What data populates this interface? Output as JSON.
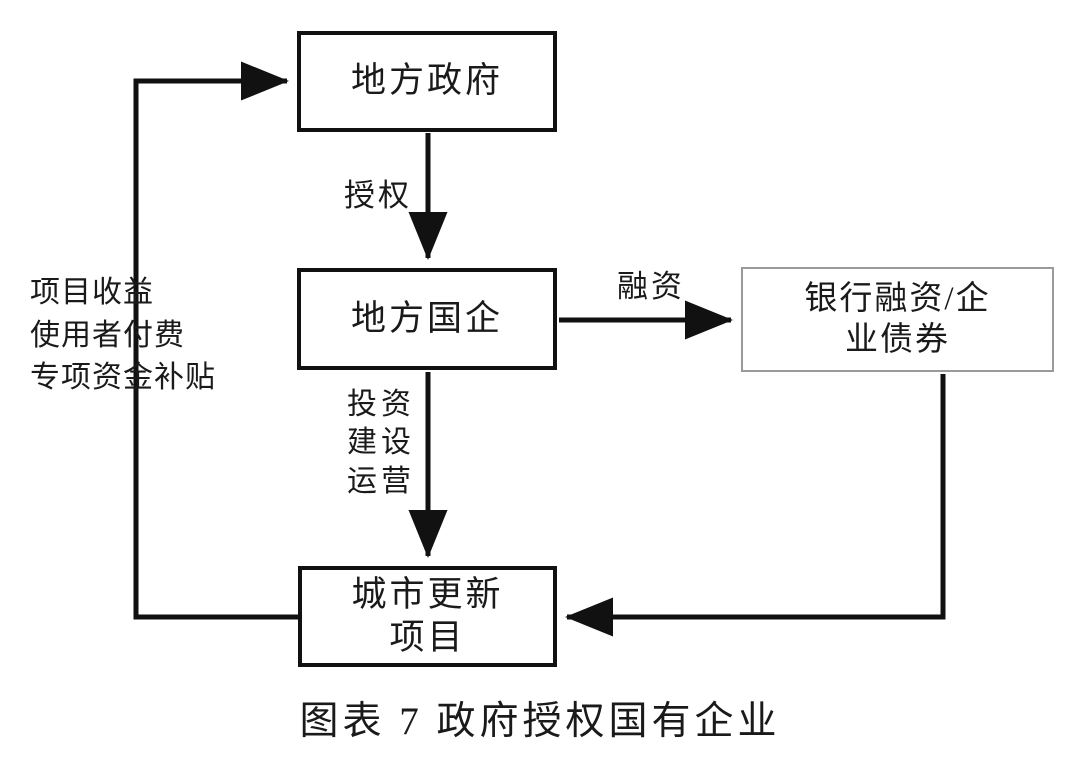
{
  "figure": {
    "caption": "图表 7  政府授权国有企业",
    "background_color": "#ffffff",
    "line_color": "#111111",
    "light_border_color": "#9a9a9a"
  },
  "nodes": {
    "local_government": {
      "label": "地方政府",
      "border_style": "solid-black"
    },
    "local_soe": {
      "label": "地方国企",
      "border_style": "solid-black"
    },
    "bank_financing": {
      "label": "银行融资/企\n业债券",
      "border_style": "solid-gray"
    },
    "urban_renewal": {
      "label": "城市更新\n项目",
      "border_style": "solid-black"
    }
  },
  "edges": {
    "authorize": {
      "label": "授权",
      "from": "local_government",
      "to": "local_soe"
    },
    "financing": {
      "label": "融资",
      "from": "local_soe",
      "to": "bank_financing"
    },
    "invest_build_operate": {
      "label": "投资\n建设\n运营",
      "from": "local_soe",
      "to": "urban_renewal"
    },
    "funds_return": {
      "label": "",
      "from": "bank_financing",
      "to": "urban_renewal"
    },
    "revenue_feedback": {
      "label": "项目收益\n使用者付费\n专项资金补贴",
      "from": "urban_renewal",
      "to": "local_government"
    }
  }
}
